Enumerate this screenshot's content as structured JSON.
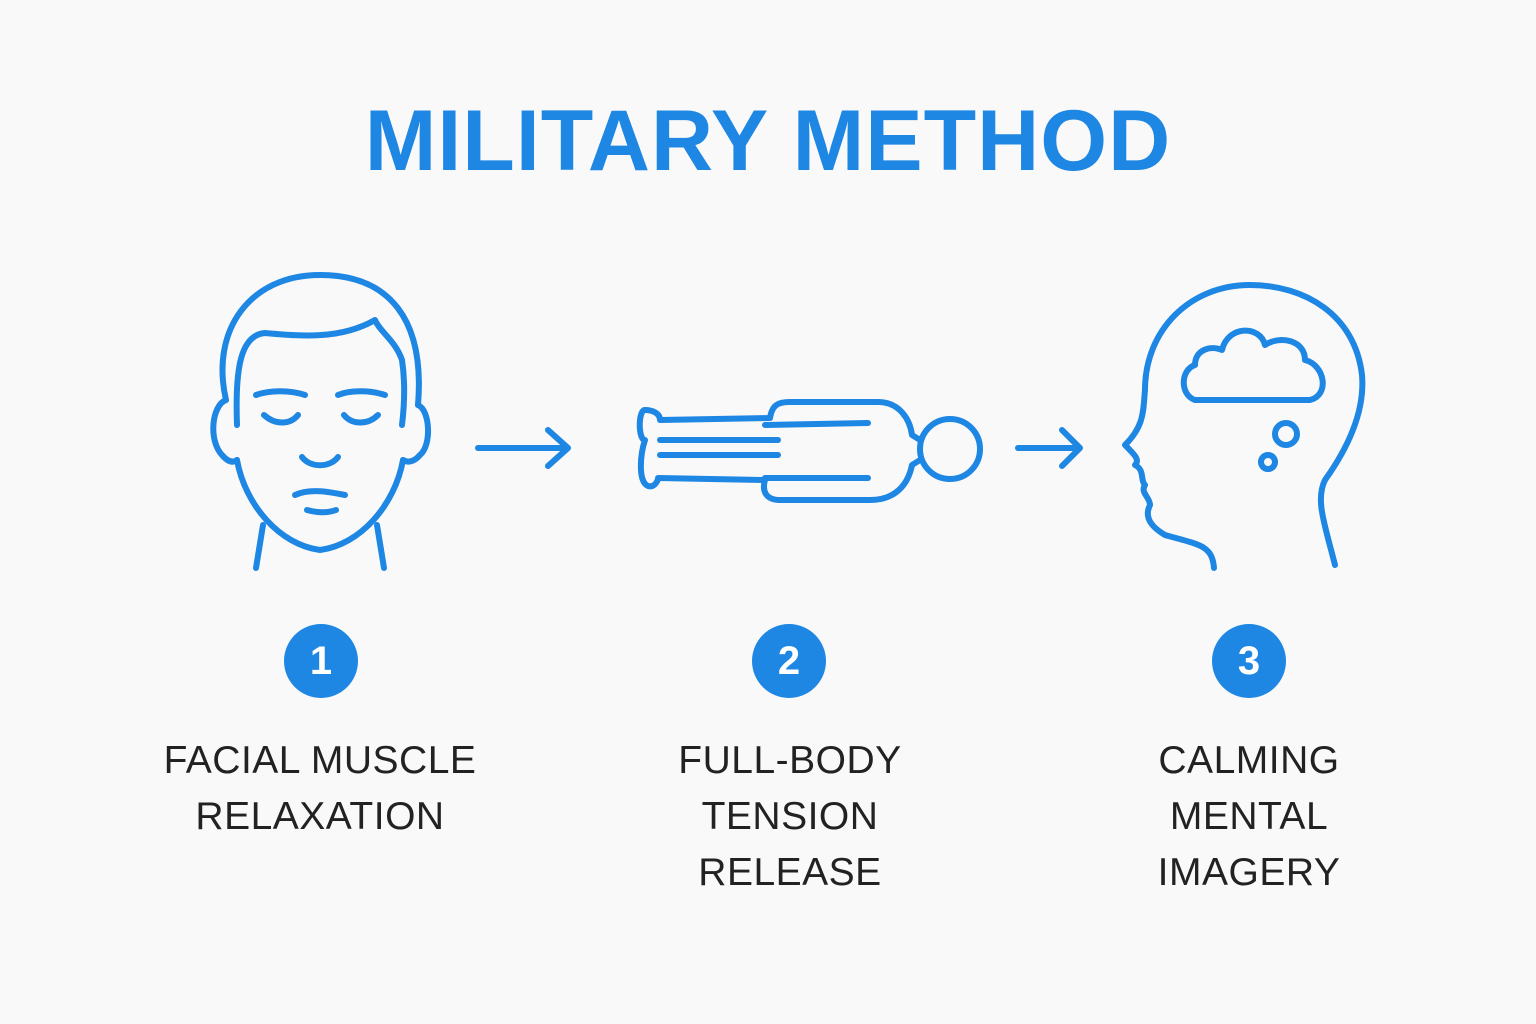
{
  "title": "MILITARY METHOD",
  "accent_color": "#1e86e3",
  "steps": [
    {
      "number": "1",
      "icon": "face-icon",
      "lines": [
        "FACIAL MUSCLE",
        "RELAXATION"
      ]
    },
    {
      "number": "2",
      "icon": "lying-body-icon",
      "lines": [
        "FULL-BODY",
        "TENSION",
        "RELEASE"
      ]
    },
    {
      "number": "3",
      "icon": "head-thought-cloud-icon",
      "lines": [
        "CALMING",
        "MENTAL",
        "IMAGERY"
      ]
    }
  ]
}
